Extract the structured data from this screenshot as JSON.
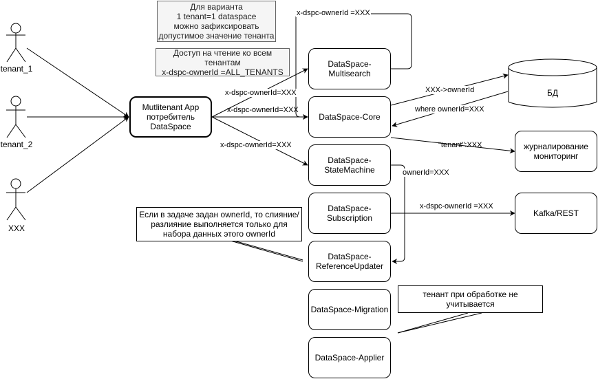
{
  "actors": [
    {
      "label": "tenant_1"
    },
    {
      "label": "tenant_2"
    },
    {
      "label": "XXX"
    }
  ],
  "app": {
    "label": "Mutlitenant App\nпотребитель\nDataSpace"
  },
  "services": [
    {
      "label": "DataSpace-\nMultisearch"
    },
    {
      "label": "DataSpace-Core"
    },
    {
      "label": "DataSpace-\nStateMachine"
    },
    {
      "label": "DataSpace-\nSubscription"
    },
    {
      "label": "DataSpace-\nReferenceUpdater"
    },
    {
      "label": "DataSpace-Migration"
    },
    {
      "label": "DataSpace-Applier"
    }
  ],
  "externals": {
    "db": {
      "label": "БД"
    },
    "logging": {
      "label": "журналирование\nмониторинг"
    },
    "kafka": {
      "label": "Kafka/REST"
    }
  },
  "notes": {
    "variant": "Для варианта\n1 tenant=1 dataspace\nможно зафиксировать\nдопустимое значение тенанта",
    "read_all": "Доступ на чтение ко всем\nтенантам\nx-dspc-ownerId =ALL_TENANTS",
    "ownerid_task": "Если в задаче задан ownerId, то слияние/\nразлияние выполняется только для\nнабора данных этого ownerId",
    "tenant_ignored": "тенант при обработке не\nучитывается"
  },
  "edge_labels": {
    "multisearch_loop": "x-dspc-ownerId =XXX",
    "app_to_multisearch": "x-dspc-ownerId=XXX",
    "app_to_core": "x-dspc-ownerId=XXX",
    "app_to_statemachine": "x-dspc-ownerId=XXX",
    "core_to_db": "XXX->ownerId",
    "db_to_core": "where ownerId=XXX",
    "core_to_logging": "\"tenant\":XXX",
    "statemachine_to_refupdater": "ownerId=XXX",
    "subscription_to_kafka": "x-dspc-ownerId =XXX"
  }
}
